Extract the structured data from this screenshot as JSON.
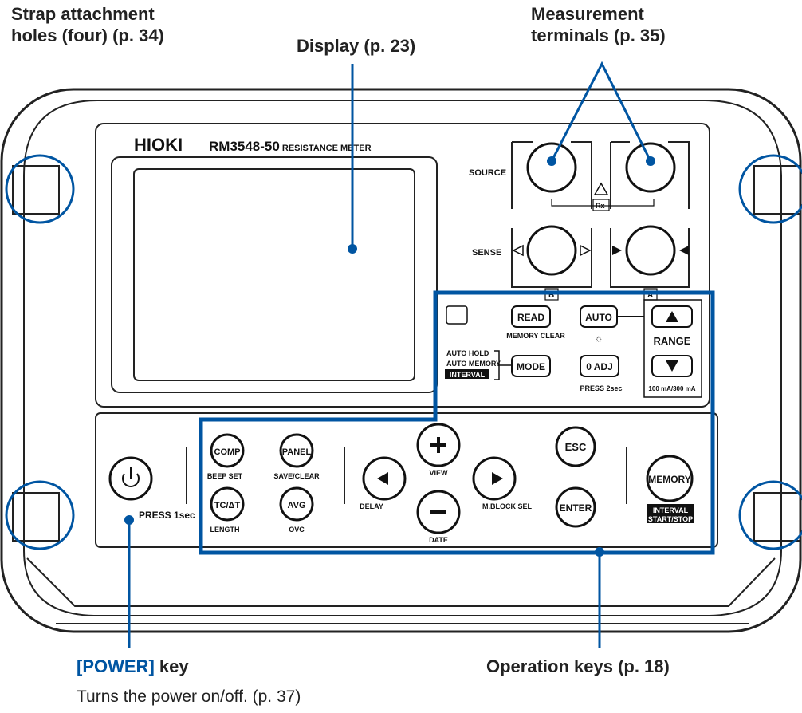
{
  "callouts": {
    "strap_holes": {
      "line1": "Strap attachment",
      "line2": "holes (four) (p. 34)"
    },
    "display": "Display (p. 23)",
    "terminals": {
      "line1": "Measurement",
      "line2": "terminals (p. 35)"
    },
    "power_key": {
      "title": "[POWER]",
      "suffix": " key",
      "desc": "Turns the power on/off. (p. 37)"
    },
    "operation_keys": "Operation keys (p. 18)"
  },
  "device": {
    "brand": "HIOKI",
    "model": "RM3548-50",
    "model_suffix": " RESISTANCE METER",
    "source_label": "SOURCE",
    "sense_label": "SENSE",
    "rx_label": "Rx",
    "terminal_b": "B",
    "terminal_a": "A"
  },
  "keys": {
    "read": "READ",
    "memory_clear": "MEMORY CLEAR",
    "auto": "AUTO",
    "range": "RANGE",
    "auto_hold": "AUTO HOLD",
    "auto_memory": "AUTO MEMORY",
    "interval": "INTERVAL",
    "mode": "MODE",
    "zero_adj": "0 ADJ",
    "press_2sec": "PRESS 2sec",
    "current_range": "100 mA/300 mA",
    "press_1sec": "PRESS 1sec",
    "comp": "COMP",
    "beep_set": "BEEP SET",
    "panel": "PANEL",
    "save_clear": "SAVE/CLEAR",
    "tc": "TC/ΔT",
    "length": "LENGTH",
    "avg": "AVG",
    "ovc": "OVC",
    "view": "VIEW",
    "delay": "DELAY",
    "m_block_sel": "M.BLOCK SEL",
    "date": "DATE",
    "esc": "ESC",
    "enter": "ENTER",
    "memory": "MEMORY",
    "start_stop": "START/STOP"
  },
  "colors": {
    "accent": "#0055a2",
    "line": "#222222"
  }
}
